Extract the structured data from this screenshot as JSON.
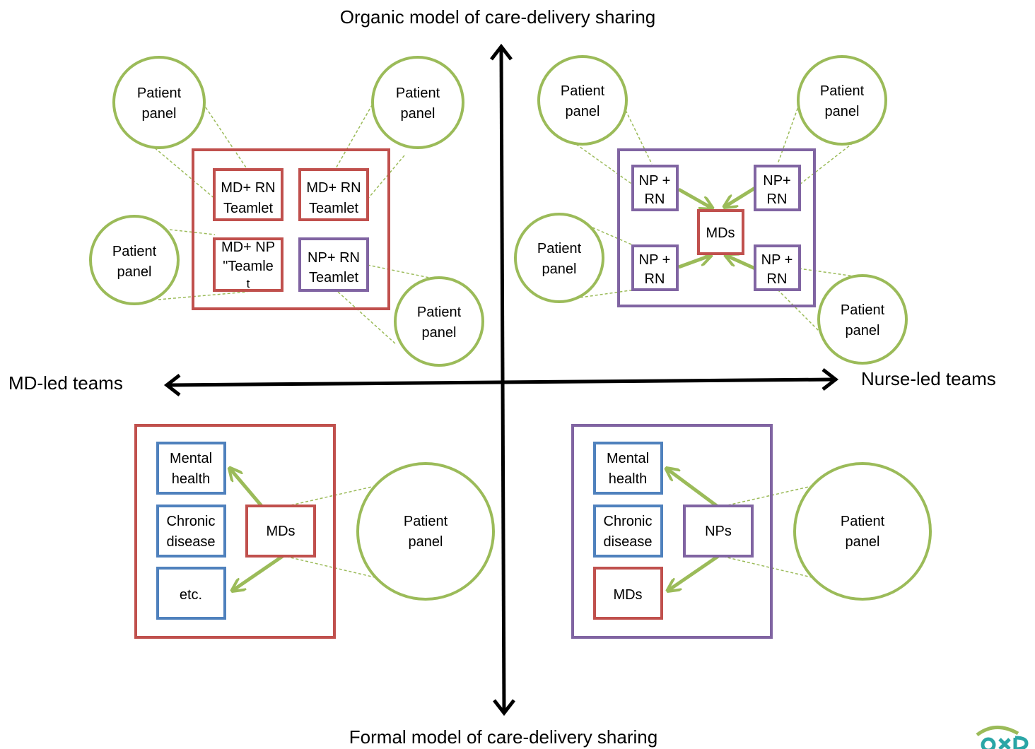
{
  "axes": {
    "top": "Organic model of care-delivery sharing",
    "bottom": "Formal model of care-delivery sharing",
    "left": "MD-led teams",
    "right": "Nurse-led teams"
  },
  "patient_panel": [
    "Patient",
    "panel"
  ],
  "q1": {
    "teams": [
      [
        "MD+ RN",
        "Teamlet"
      ],
      [
        "MD+ RN",
        "Teamlet"
      ],
      [
        "MD+ NP",
        "\"Teamle",
        "t"
      ],
      [
        "NP+ RN",
        "Teamlet"
      ]
    ]
  },
  "q2": {
    "teams": [
      [
        "NP +",
        "RN"
      ],
      [
        "NP+",
        "RN"
      ],
      [
        "NP +",
        "RN"
      ],
      [
        "NP +",
        "RN"
      ]
    ],
    "center": "MDs"
  },
  "q3": {
    "services": [
      [
        "Mental",
        "health"
      ],
      [
        "Chronic",
        "disease"
      ],
      [
        "etc."
      ]
    ],
    "center": "MDs"
  },
  "q4": {
    "services": [
      [
        "Mental",
        "health"
      ],
      [
        "Chronic",
        "disease"
      ],
      [
        "MDs"
      ]
    ],
    "center": "NPs"
  },
  "colors": {
    "red": "#c0504d",
    "purple": "#8064a2",
    "blue": "#4f81bd",
    "green": "#9bbb59",
    "axis": "#000000",
    "logo_teal": "#2aa6a6",
    "logo_green": "#9bbb59"
  }
}
